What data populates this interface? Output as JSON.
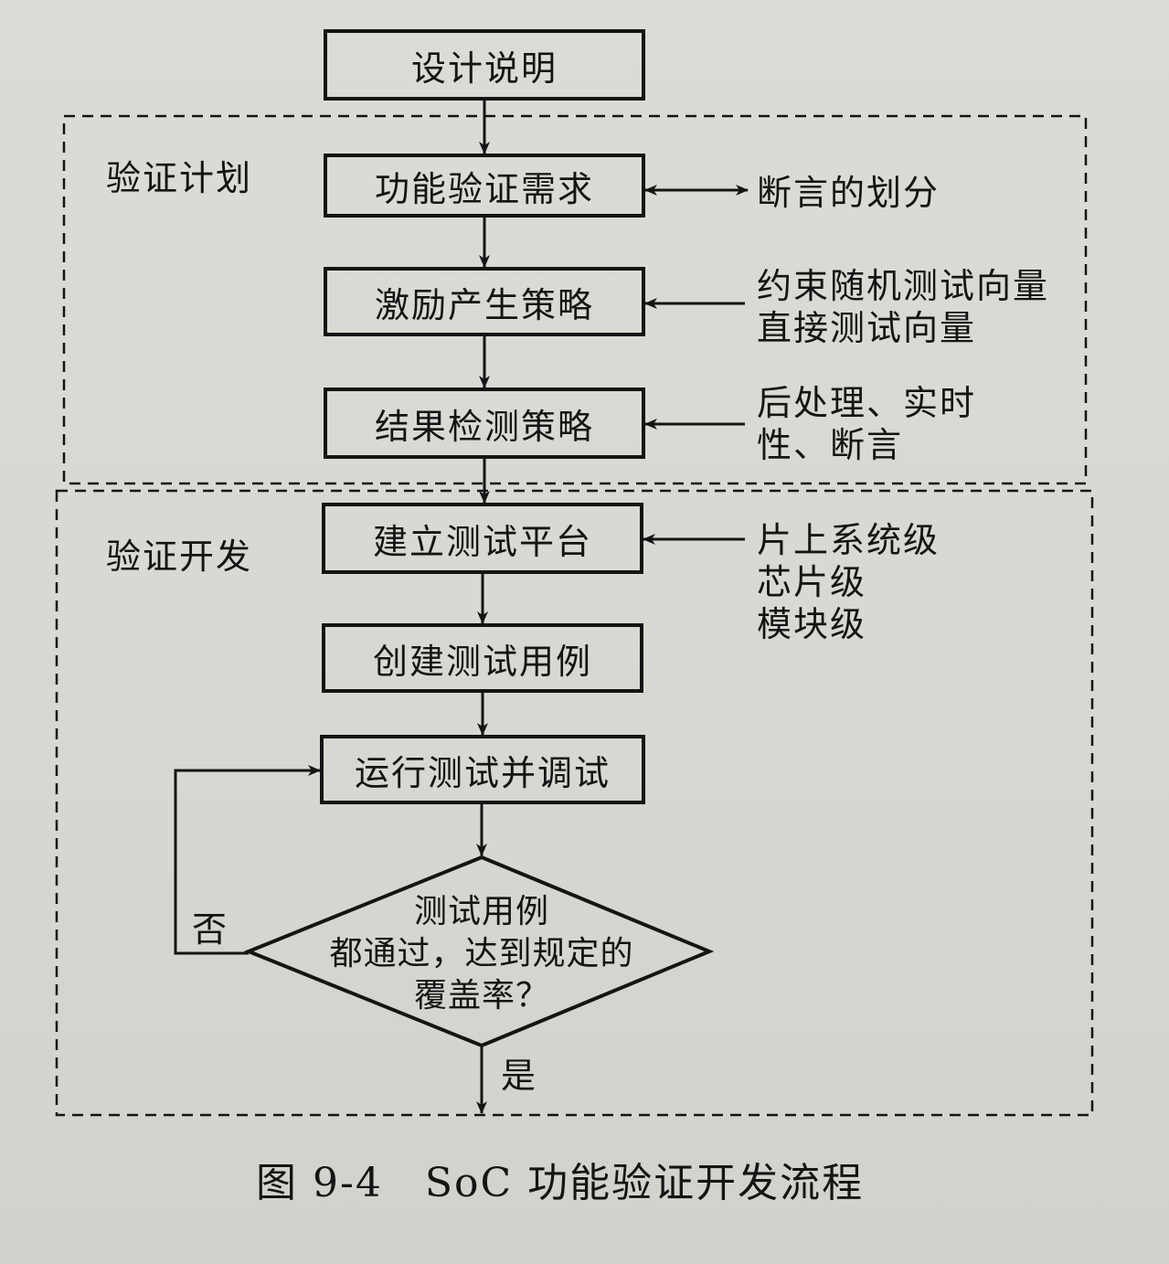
{
  "diagram": {
    "top_box": "设计说明",
    "plan_group": {
      "title": "验证计划",
      "steps": [
        "功能验证需求",
        "激励产生策略",
        "结果检测策略"
      ],
      "side_notes": [
        [
          "断言的划分"
        ],
        [
          "约束随机测试向量",
          "直接测试向量"
        ],
        [
          "后处理、实时",
          "性、断言"
        ]
      ]
    },
    "dev_group": {
      "title": "验证开发",
      "steps": [
        "建立测试平台",
        "创建测试用例",
        "运行测试并调试"
      ],
      "side_notes": [
        [
          "片上系统级",
          "芯片级",
          "模块级"
        ]
      ]
    },
    "decision": {
      "lines": [
        "测试用例",
        "都通过，达到规定的",
        "覆盖率？"
      ],
      "no_label": "否",
      "yes_label": "是"
    }
  },
  "caption": "图 9-4　SoC 功能验证开发流程",
  "colors": {
    "ink": "#141414",
    "paper": "#d9d8d3"
  }
}
